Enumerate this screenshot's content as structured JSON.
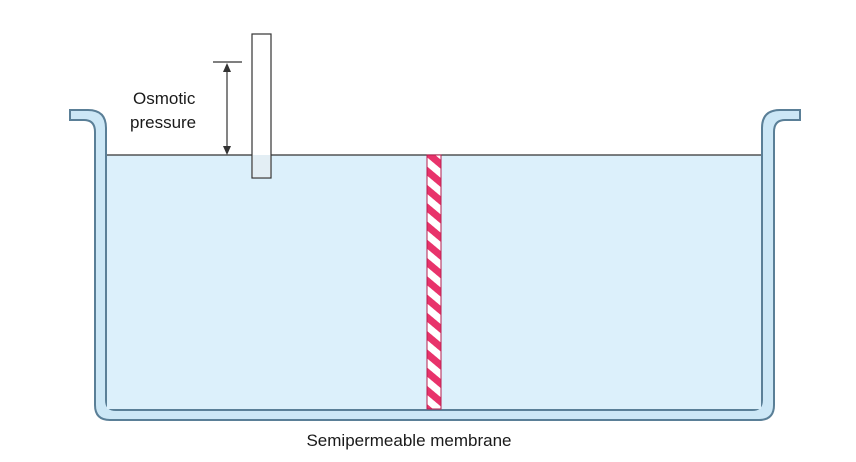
{
  "labels": {
    "osmotic_line1": "Osmotic",
    "osmotic_line2": "pressure",
    "membrane": "Semipermeable membrane"
  },
  "colors": {
    "solution": "#dcf0fb",
    "container_stroke": "#5a7f97",
    "container_fill": "#cce7f6",
    "membrane_stripe": "#e8336b",
    "membrane_bg": "#ffffff",
    "text": "#1a1a1a"
  }
}
